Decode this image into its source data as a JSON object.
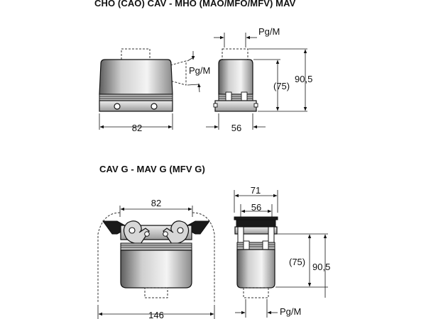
{
  "titles": {
    "top": "CHO (CAO)  CAV - MHO (MAO/MFO/MFV)  MAV",
    "bottom": "CAV G - MAV G (MFV G)"
  },
  "top_view": {
    "front": {
      "width": "82",
      "pg_label": "Pg/M"
    },
    "side": {
      "width": "56",
      "pg_label": "Pg/M",
      "inner_height": "(75)",
      "total_height": "90,5"
    }
  },
  "bottom_view": {
    "front": {
      "inner_width": "82",
      "outer_width": "146"
    },
    "side": {
      "outer_width": "71",
      "inner_width": "56",
      "inner_height": "(75)",
      "total_height": "90,5",
      "pg_label": "Pg/M"
    }
  }
}
